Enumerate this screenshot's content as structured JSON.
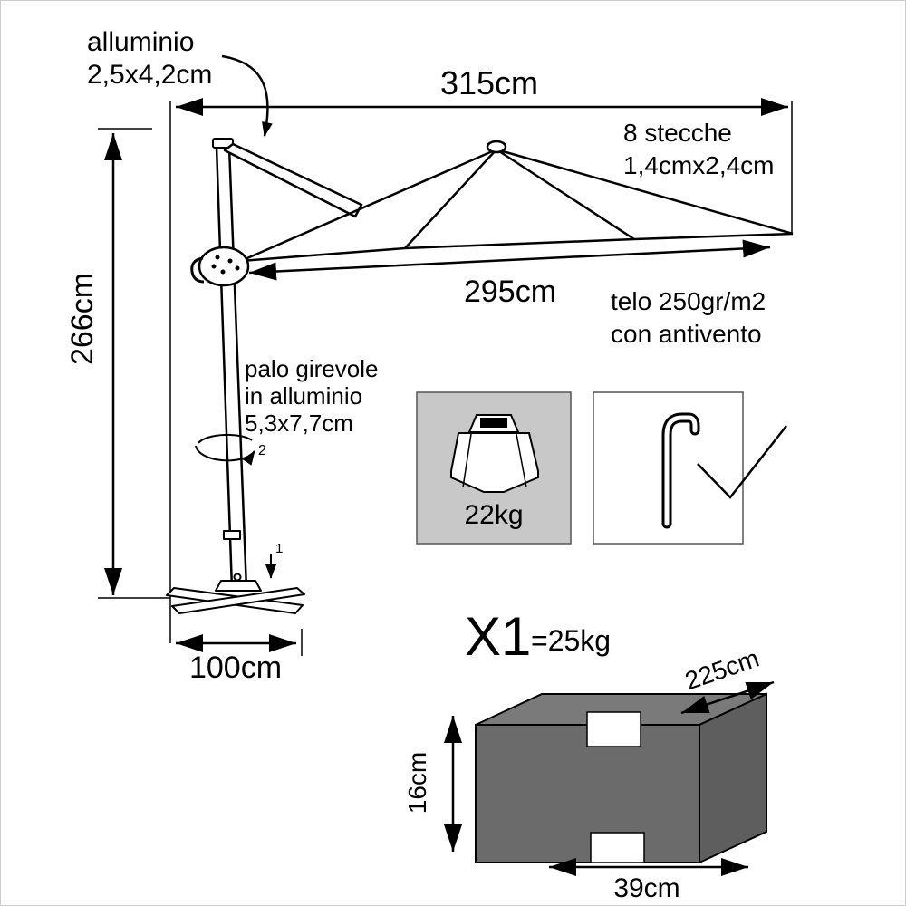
{
  "labels": {
    "arm_line1": "alluminio",
    "arm_line2": "2,5x4,2cm",
    "width_top": "315cm",
    "ribs_line1": "8 stecche",
    "ribs_line2": "1,4cmx2,4cm",
    "width_front": "295cm",
    "fabric_line1": "telo 250gr/m2",
    "fabric_line2": "con antivento",
    "height": "266cm",
    "pole_line1": "palo girevole",
    "pole_line2": "in alluminio",
    "pole_line3": "5,3x7,7cm",
    "step_rotate": "2",
    "step_insert": "1",
    "base_width": "100cm",
    "base_weight": "22kg",
    "package_quantity": "X1",
    "package_weight": "=25kg",
    "package_length": "225cm",
    "package_height": "16cm",
    "package_depth": "39cm"
  },
  "colors": {
    "weight_box_bg": "#c8c8c8",
    "package_top": "#7a7a7a",
    "package_front": "#6b6b6b",
    "package_side": "#5e5e5e"
  }
}
